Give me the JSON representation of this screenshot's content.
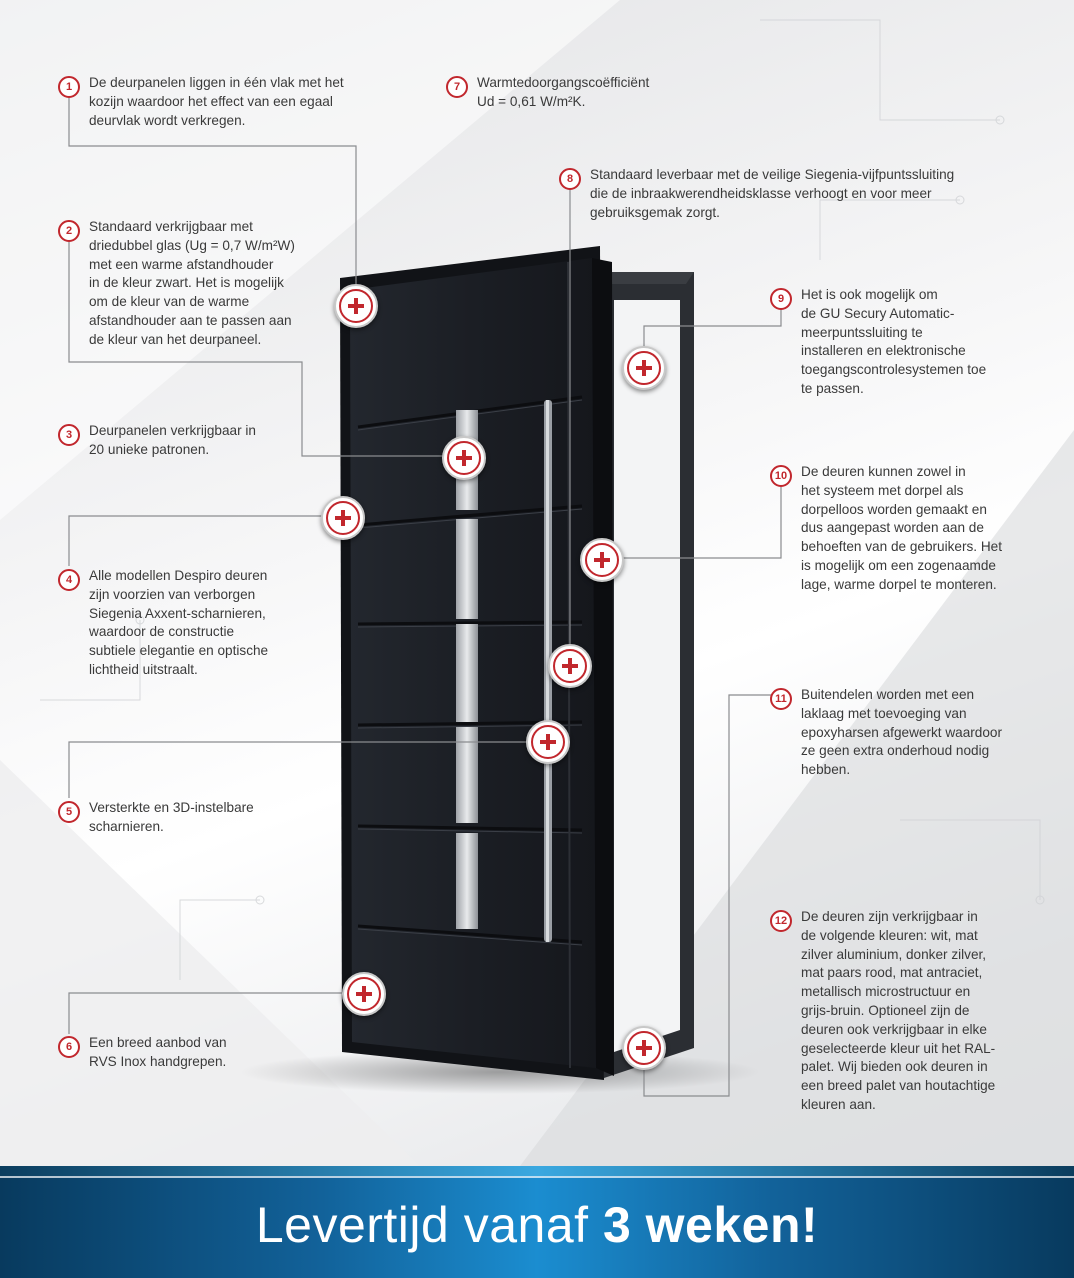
{
  "callouts": [
    {
      "num": "1",
      "lines": [
        "De deurpanelen liggen in één vlak met het",
        "kozijn waardoor het effect van een egaal",
        "deurvlak wordt verkregen."
      ]
    },
    {
      "num": "2",
      "lines": [
        "Standaard verkrijgbaar met",
        "driedubbel glas (Ug = 0,7 W/m²W)",
        "met een warme afstandhouder",
        "in de kleur zwart. Het is mogelijk",
        "om de kleur van de warme",
        "afstandhouder aan te passen aan",
        "de kleur van het deurpaneel."
      ]
    },
    {
      "num": "3",
      "lines": [
        "Deurpanelen verkrijgbaar in",
        "20 unieke patronen."
      ]
    },
    {
      "num": "4",
      "lines": [
        "Alle modellen Despiro deuren",
        "zijn voorzien van verborgen",
        "Siegenia Axxent-scharnieren,",
        "waardoor de constructie",
        "subtiele elegantie en optische",
        "lichtheid uitstraalt."
      ]
    },
    {
      "num": "5",
      "lines": [
        "Versterkte en 3D-instelbare",
        "scharnieren."
      ]
    },
    {
      "num": "6",
      "lines": [
        "Een breed aanbod van",
        "RVS Inox handgrepen."
      ]
    },
    {
      "num": "7",
      "lines": [
        "Warmtedoorgangscoëfficiënt",
        "Ud = 0,61 W/m²K."
      ]
    },
    {
      "num": "8",
      "lines": [
        "Standaard leverbaar met de veilige Siegenia-vijfpuntssluiting",
        "die de inbraakwerendheidsklasse verhoogt en voor meer",
        "gebruiksgemak zorgt."
      ]
    },
    {
      "num": "9",
      "lines": [
        "Het is ook mogelijk om",
        "de GU Secury Automatic-",
        "meerpuntssluiting te",
        "installeren en elektronische",
        "toegangscontrolesystemen toe",
        "te passen."
      ]
    },
    {
      "num": "10",
      "lines": [
        "De deuren kunnen zowel in",
        "het systeem met dorpel als",
        "dorpelloos worden gemaakt en",
        "dus aangepast worden aan de",
        "behoeften van de gebruikers. Het",
        "is mogelijk om een zogenaamde",
        "lage, warme dorpel te monteren."
      ]
    },
    {
      "num": "11",
      "lines": [
        "Buitendelen worden met een",
        "laklaag met toevoeging van",
        "epoxyharsen afgewerkt waardoor",
        "ze geen extra onderhoud nodig",
        "hebben."
      ]
    },
    {
      "num": "12",
      "lines": [
        "De deuren zijn verkrijgbaar in",
        "de volgende kleuren: wit, mat",
        "zilver aluminium, donker zilver,",
        "mat paars rood, mat antraciet,",
        "metallisch microstructuur en",
        "grijs-bruin. Optioneel zijn de",
        "deuren ook verkrijgbaar in elke",
        "geselecteerde kleur uit het RAL-",
        "palet. Wij bieden ook deuren in",
        "een breed palet van houtachtige",
        "kleuren aan."
      ]
    }
  ],
  "banner": {
    "text_light": "Levertijd vanaf ",
    "text_bold": "3 weken!"
  },
  "colors": {
    "accent": "#c1272d",
    "door": "#1b1e24",
    "banner": "#12629a"
  }
}
